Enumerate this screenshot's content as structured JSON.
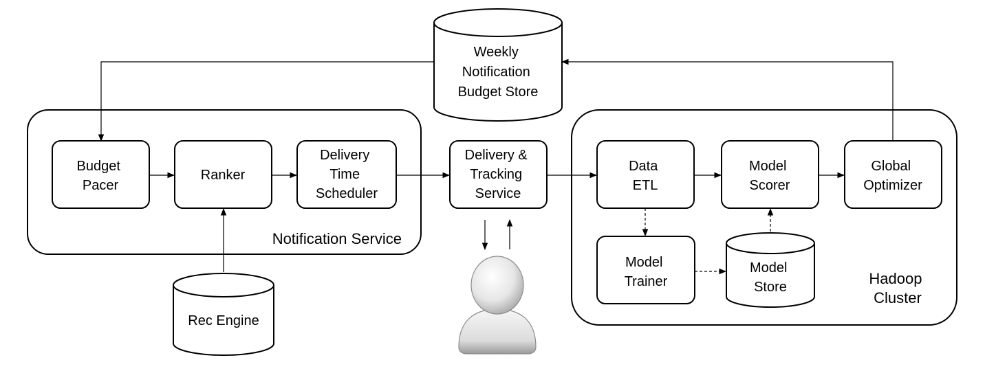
{
  "groups": {
    "notification_service": {
      "label": "Notification Service"
    },
    "hadoop_cluster": {
      "label_lines": [
        "Hadoop",
        "Cluster"
      ]
    }
  },
  "nodes": {
    "budget_store": {
      "lines": [
        "Weekly",
        "Notification",
        "Budget Store"
      ],
      "shape": "cylinder"
    },
    "budget_pacer": {
      "lines": [
        "Budget",
        "Pacer"
      ],
      "shape": "rounded-box"
    },
    "ranker": {
      "lines": [
        "Ranker"
      ],
      "shape": "rounded-box"
    },
    "scheduler": {
      "lines": [
        "Delivery",
        "Time",
        "Scheduler"
      ],
      "shape": "rounded-box"
    },
    "delivery_tracking": {
      "lines": [
        "Delivery &",
        "Tracking",
        "Service"
      ],
      "shape": "rounded-box"
    },
    "data_etl": {
      "lines": [
        "Data",
        "ETL"
      ],
      "shape": "rounded-box"
    },
    "model_scorer": {
      "lines": [
        "Model",
        "Scorer"
      ],
      "shape": "rounded-box"
    },
    "global_optimizer": {
      "lines": [
        "Global",
        "Optimizer"
      ],
      "shape": "rounded-box"
    },
    "model_trainer": {
      "lines": [
        "Model",
        "Trainer"
      ],
      "shape": "rounded-box"
    },
    "model_store": {
      "lines": [
        "Model",
        "Store"
      ],
      "shape": "cylinder"
    },
    "rec_engine": {
      "lines": [
        "Rec Engine"
      ],
      "shape": "cylinder"
    },
    "user": {
      "icon": "user-icon"
    }
  },
  "edges": [
    {
      "from": "budget_store",
      "to": "budget_pacer",
      "style": "solid"
    },
    {
      "from": "global_optimizer",
      "to": "budget_store",
      "style": "solid"
    },
    {
      "from": "budget_pacer",
      "to": "ranker",
      "style": "solid"
    },
    {
      "from": "ranker",
      "to": "scheduler",
      "style": "solid"
    },
    {
      "from": "scheduler",
      "to": "delivery_tracking",
      "style": "solid"
    },
    {
      "from": "delivery_tracking",
      "to": "data_etl",
      "style": "solid"
    },
    {
      "from": "data_etl",
      "to": "model_scorer",
      "style": "solid"
    },
    {
      "from": "model_scorer",
      "to": "global_optimizer",
      "style": "solid"
    },
    {
      "from": "rec_engine",
      "to": "ranker",
      "style": "solid"
    },
    {
      "from": "data_etl",
      "to": "model_trainer",
      "style": "dashed"
    },
    {
      "from": "model_trainer",
      "to": "model_store",
      "style": "dashed"
    },
    {
      "from": "model_store",
      "to": "model_scorer",
      "style": "dashed"
    },
    {
      "from": "delivery_tracking",
      "to": "user",
      "style": "solid"
    },
    {
      "from": "user",
      "to": "delivery_tracking",
      "style": "solid"
    }
  ],
  "colors": {
    "stroke": "#000000",
    "fill": "#ffffff",
    "user_light": "#f4f4f4",
    "user_dark": "#9a9a9a"
  }
}
